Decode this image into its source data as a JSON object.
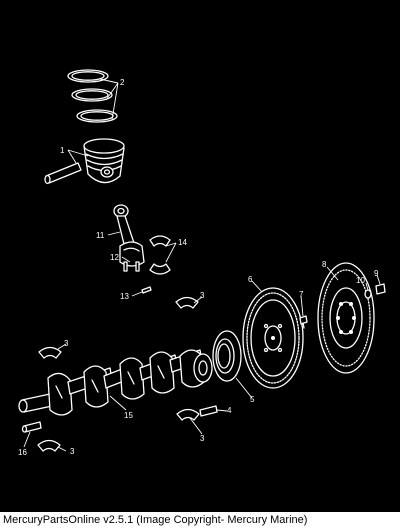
{
  "callouts": {
    "c1": "1",
    "c2": "2",
    "c3a": "3",
    "c3b": "3",
    "c3c": "3",
    "c3d": "3",
    "c4": "4",
    "c5": "5",
    "c6": "6",
    "c7": "7",
    "c8": "8",
    "c9": "9",
    "c10": "10",
    "c11": "11",
    "c12": "12",
    "c13": "13",
    "c14": "14",
    "c15": "15",
    "c16": "16"
  },
  "footer": {
    "text": "MercuryPartsOnline v2.5.1 (Image Copyright- Mercury Marine)"
  },
  "colors": {
    "background": "#000000",
    "linework": "#ffffff",
    "footer_bg": "#ffffff",
    "footer_text": "#000000"
  }
}
